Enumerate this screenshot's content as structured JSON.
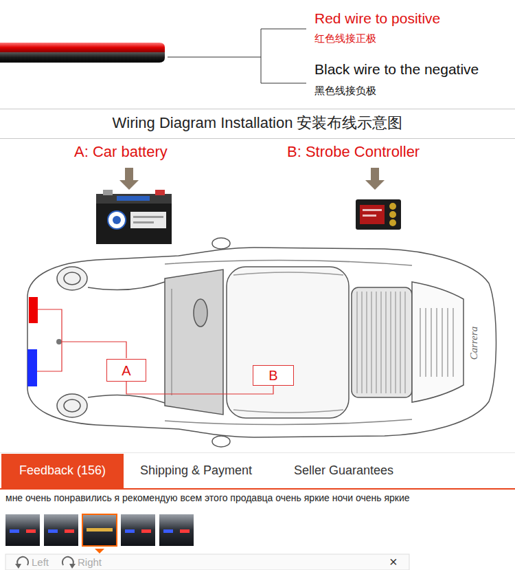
{
  "diagram": {
    "title": "Wiring Diagram Installation 安装布线示意图",
    "nodes": [
      {
        "text": [
          "A"
        ]
      },
      {
        "text": [
          "B"
        ]
      },
      {
        "text": [
          "Feedback (156)"
        ]
      }
    ],
    "edges": [
      {
        "from": 0,
        "to": 1,
        "arrow": "none"
      }
    ],
    "labels": [
      "Red wire to positive",
      "红色线接正极",
      "Black wire to the negative",
      "黑色线接负极",
      "A: Car battery",
      "B: Strobe Controller",
      "Carrera",
      "Shipping & Payment",
      "Seller Guarantees",
      "мне очень понравились я рекомендую всем этого продавца очень яркие ночи очень яркие",
      "Left",
      "Right",
      "×"
    ]
  }
}
